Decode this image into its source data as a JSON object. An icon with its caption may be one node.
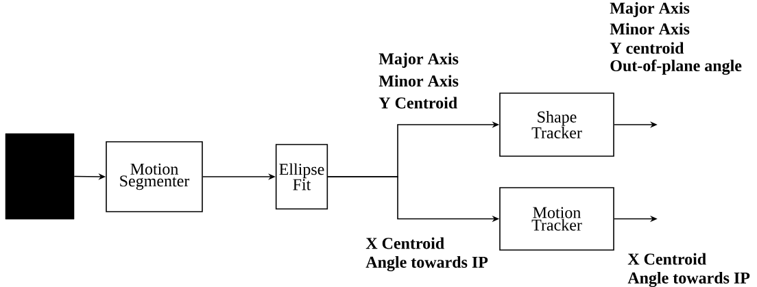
{
  "diagram": {
    "nodes": [
      {
        "text": [],
        "shape": "box"
      },
      {
        "text": [
          "Motion Segmenter"
        ]
      },
      {
        "text": [
          "Ellipse Fit"
        ]
      },
      {
        "text": [
          "Shape Tracker"
        ]
      },
      {
        "text": [
          "Motion Tracker"
        ]
      }
    ],
    "edges": [
      {
        "from": 0,
        "to": 1,
        "arrow": "to"
      },
      {
        "from": 1,
        "to": 2,
        "arrow": "to"
      },
      {
        "from": 2,
        "to": 3,
        "arrow": "to"
      },
      {
        "from": 2,
        "to": 4,
        "arrow": "to"
      },
      {
        "from": 3,
        "to": null,
        "arrow": "to"
      },
      {
        "from": 4,
        "to": null,
        "arrow": "to"
      }
    ],
    "labels": [
      "Major Axis",
      "Minor Axis",
      "Y centroid",
      "Out-of-plane angle",
      "Major Axis",
      "Minor Axis",
      "Y Centroid",
      "X Centroid",
      "Angle towards IP",
      "X Centroid",
      "Angle towards IP"
    ]
  }
}
